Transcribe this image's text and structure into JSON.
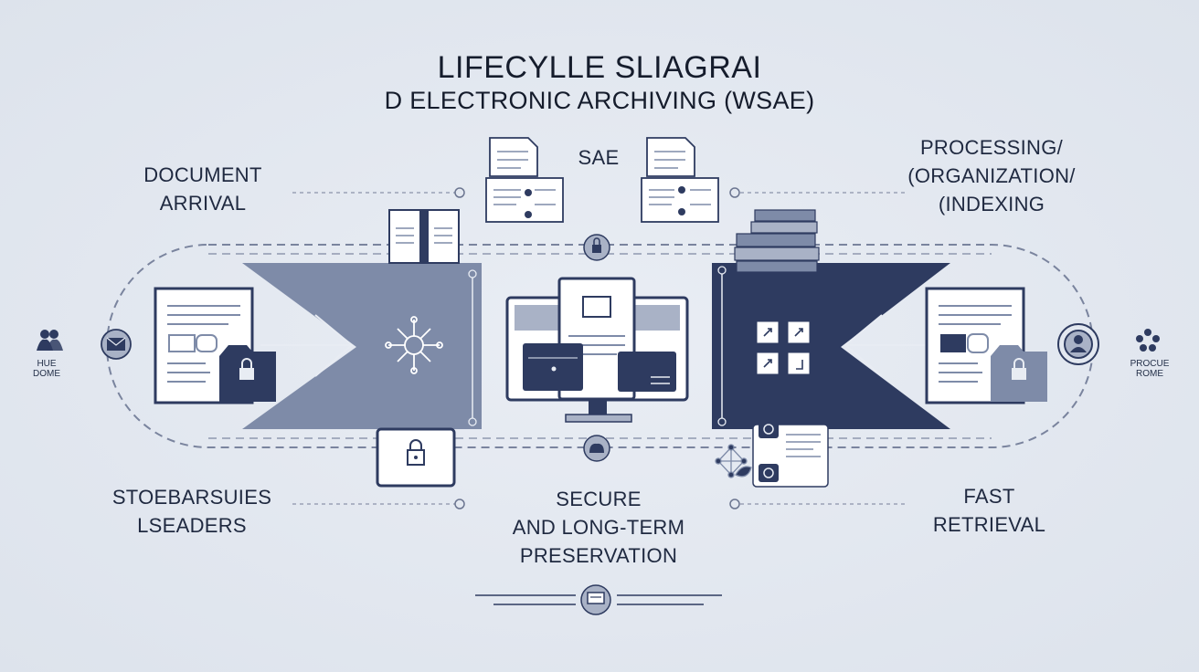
{
  "title": {
    "line1": "LIFECYLLE SLIAGRAI",
    "line2": "D ELECTRONIC ARCHIVING (WSAE)"
  },
  "labels": {
    "top_left_1": "DOCUMENT",
    "top_left_2": "ARRIVAL",
    "top_center": "SAE",
    "top_right_1": "PROCESSING/",
    "top_right_2": "(ORGANIZATION/",
    "top_right_3": "(INDEXING",
    "bottom_left_1": "STOEBARSUIES",
    "bottom_left_2": "LSEADERS",
    "bottom_center_1": "SECURE",
    "bottom_center_2": "AND LONG-TERM",
    "bottom_center_3": "PRESERVATION",
    "bottom_right_1": "FAST",
    "bottom_right_2": "RETRIEVAL"
  },
  "side_labels": {
    "left_1": "HUE",
    "left_2": "DOME",
    "right_1": "PROCUE",
    "right_2": "ROME"
  },
  "colors": {
    "navy": "#2e3b60",
    "slate": "#7e8ba8",
    "line": "#6b7590",
    "background": "#e3e8f0"
  }
}
